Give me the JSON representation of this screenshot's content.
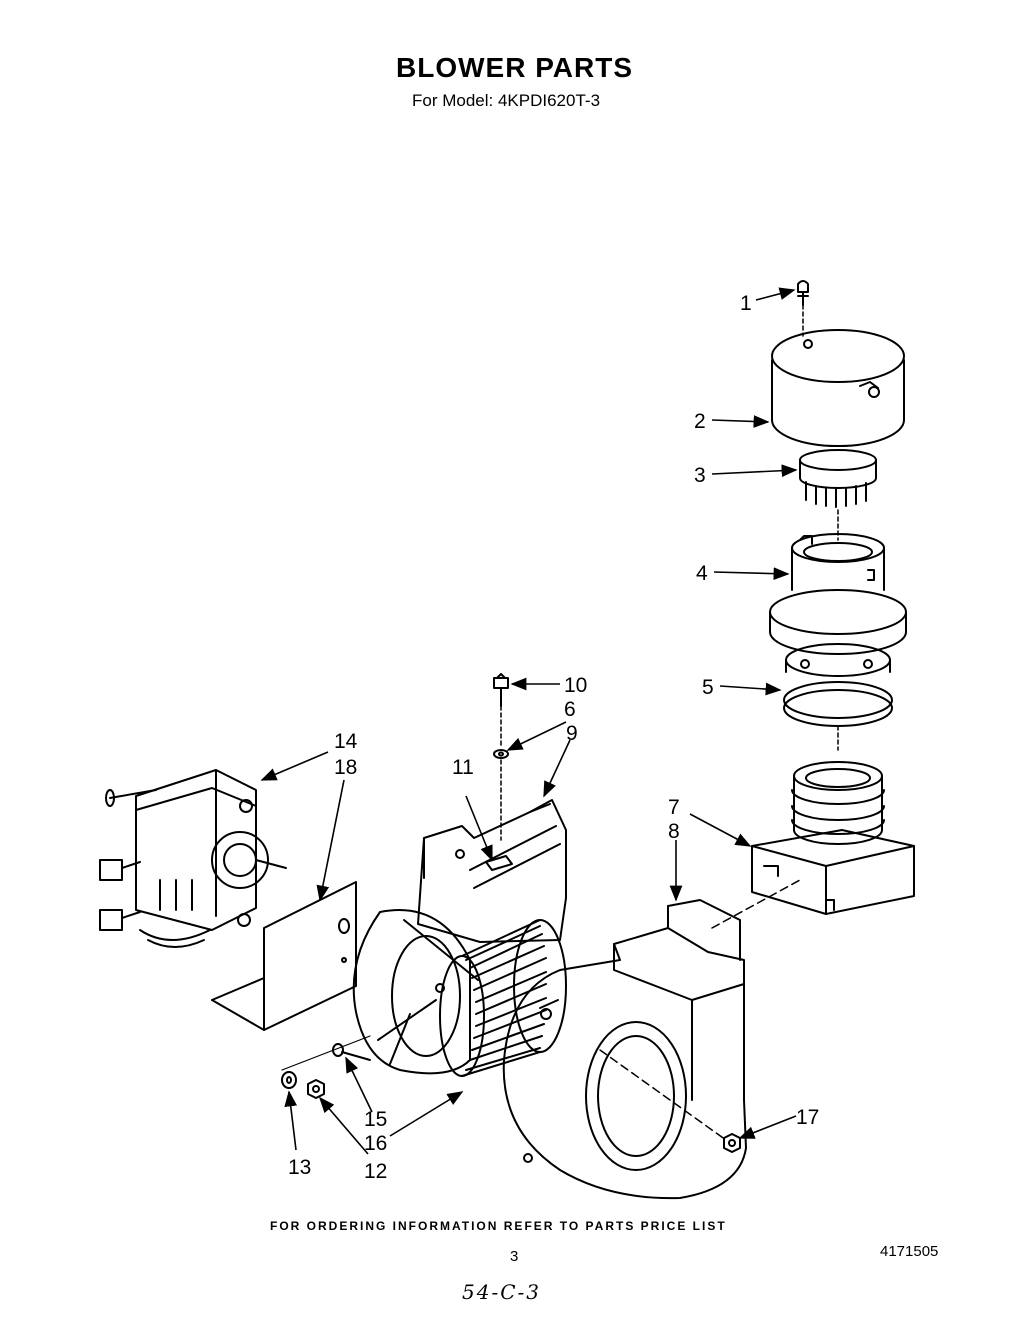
{
  "header": {
    "title": "BLOWER PARTS",
    "subtitle": "For Model: 4KPDI620T-3"
  },
  "callouts": [
    "1",
    "2",
    "3",
    "4",
    "5",
    "6",
    "7",
    "8",
    "9",
    "10",
    "11",
    "12",
    "13",
    "14",
    "15",
    "16",
    "17",
    "18"
  ],
  "footer": {
    "ordering_note": "FOR ORDERING INFORMATION REFER TO PARTS PRICE LIST",
    "page_number": "3",
    "document_number": "4171505",
    "handwritten_note": "54-C-3"
  }
}
